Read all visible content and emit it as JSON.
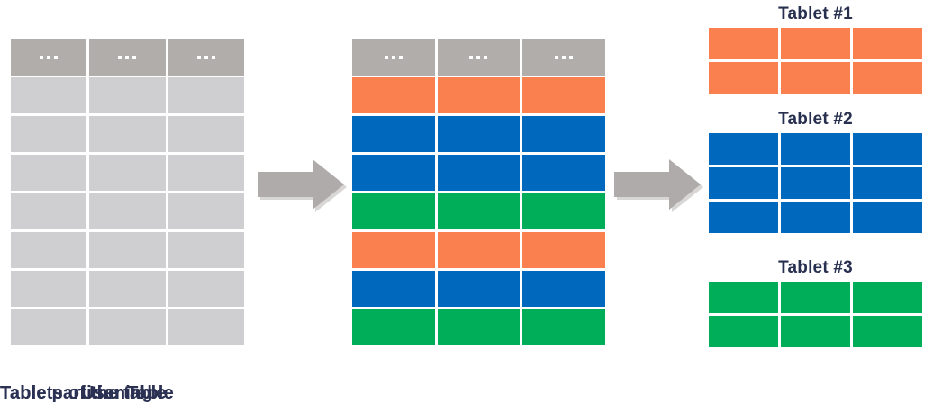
{
  "diagram": {
    "title_hidden": "",
    "colors": {
      "header_gray": "#b0adab",
      "plain_gray": "#cfcfd1",
      "orange": "#fa8050",
      "blue": "#0069bd",
      "green": "#00ae59",
      "arrow_gray": "#aeabaa",
      "caption_navy": "#2a3152"
    },
    "user_table": {
      "caption": "User Table",
      "columns": 3,
      "header_label": "...",
      "header_cells": [
        "...",
        "...",
        "..."
      ],
      "data_rows": [
        {
          "fill": "plain"
        },
        {
          "fill": "plain"
        },
        {
          "fill": "plain"
        },
        {
          "fill": "plain"
        },
        {
          "fill": "plain"
        },
        {
          "fill": "plain"
        },
        {
          "fill": "plain"
        }
      ]
    },
    "partition_table": {
      "caption": "Table partitioning",
      "columns": 3,
      "header_cells": [
        "...",
        "...",
        "..."
      ],
      "data_rows": [
        {
          "fill": "orange"
        },
        {
          "fill": "blue"
        },
        {
          "fill": "blue"
        },
        {
          "fill": "green"
        },
        {
          "fill": "orange"
        },
        {
          "fill": "blue"
        },
        {
          "fill": "green"
        }
      ]
    },
    "arrows": [
      {
        "name": "arrow-user-to-partition",
        "direction": "right"
      },
      {
        "name": "arrow-partition-to-tablets",
        "direction": "right"
      }
    ],
    "tablets_section": {
      "caption": "Tablets of the table",
      "tablets": [
        {
          "title": "Tablet #1",
          "fill": "orange",
          "rows": 2,
          "columns": 3
        },
        {
          "title": "Tablet #2",
          "fill": "blue",
          "rows": 3,
          "columns": 3
        },
        {
          "title": "Tablet #3",
          "fill": "green",
          "rows": 2,
          "columns": 3
        }
      ]
    }
  }
}
